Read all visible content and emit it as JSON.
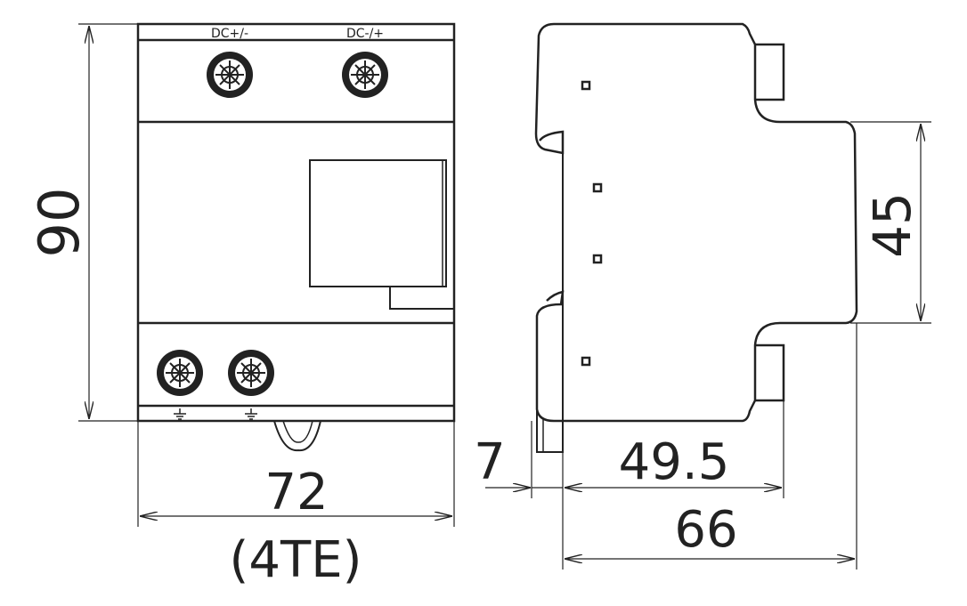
{
  "terminals": {
    "top_left": "DC+/-",
    "top_right": "DC-/+"
  },
  "dimensions": {
    "height_total": "90",
    "width_front": "72",
    "width_modules": "(4TE)",
    "rail_offset": "7",
    "depth_partial": "49.5",
    "depth_total": "66",
    "rail_height": "45"
  },
  "colors": {
    "line": "#222222",
    "background": "#ffffff"
  }
}
